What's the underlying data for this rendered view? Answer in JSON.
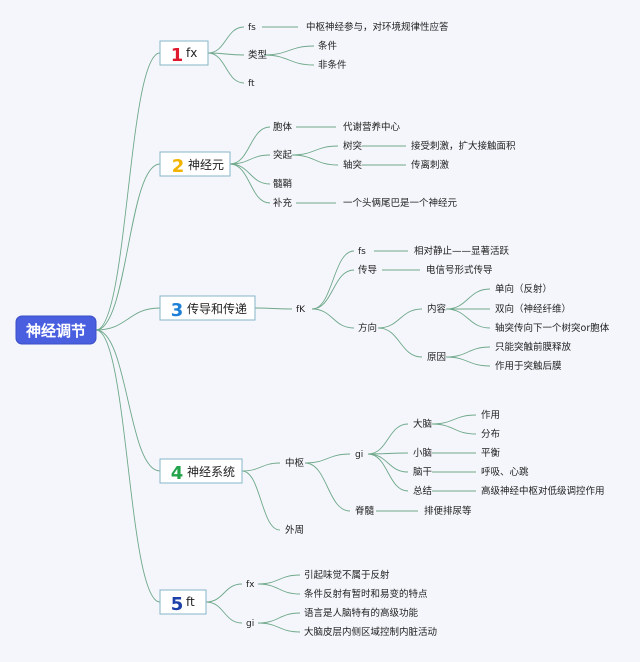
{
  "colors": {
    "root_fill": "#4a5fe0",
    "root_text": "#ffffff",
    "line": "#6fa88a",
    "num1": "#e0182d",
    "num2": "#f2b400",
    "num3": "#1e7fd6",
    "num4": "#23a34a",
    "num5": "#1c3fa8"
  },
  "root": {
    "label": "神经调节"
  },
  "branches": [
    {
      "num": "1",
      "title": "fx",
      "children": [
        {
          "label": "fs",
          "children": [
            {
              "label": "中枢神经参与，对环境规律性应答"
            }
          ]
        },
        {
          "label": "类型",
          "children": [
            {
              "label": "条件"
            },
            {
              "label": "非条件"
            }
          ]
        },
        {
          "label": "ft"
        }
      ]
    },
    {
      "num": "2",
      "title": "神经元",
      "children": [
        {
          "label": "胞体",
          "children": [
            {
              "label": "代谢营养中心"
            }
          ]
        },
        {
          "label": "突起",
          "children": [
            {
              "label": "树突",
              "children": [
                {
                  "label": "接受刺激，扩大接触面积"
                }
              ]
            },
            {
              "label": "轴突",
              "children": [
                {
                  "label": "传离刺激"
                }
              ]
            }
          ]
        },
        {
          "label": "髓鞘"
        },
        {
          "label": "补充",
          "children": [
            {
              "label": "一个头俩尾巴是一个神经元"
            }
          ]
        }
      ]
    },
    {
      "num": "3",
      "title": "传导和传递",
      "children": [
        {
          "label": "fK",
          "children": [
            {
              "label": "fs",
              "children": [
                {
                  "label": "相对静止——显著活跃"
                }
              ]
            },
            {
              "label": "传导",
              "children": [
                {
                  "label": "电信号形式传导"
                }
              ]
            },
            {
              "label": "方向",
              "children": [
                {
                  "label": "内容",
                  "children": [
                    {
                      "label": "单向（反射）"
                    },
                    {
                      "label": "双向（神经纤维）"
                    },
                    {
                      "label": "轴突传向下一个树突or胞体"
                    }
                  ]
                },
                {
                  "label": "原因",
                  "children": [
                    {
                      "label": "只能突触前膜释放"
                    },
                    {
                      "label": "作用于突触后膜"
                    }
                  ]
                }
              ]
            }
          ]
        }
      ]
    },
    {
      "num": "4",
      "title": "神经系统",
      "children": [
        {
          "label": "中枢",
          "children": [
            {
              "label": "gi",
              "children": [
                {
                  "label": "大脑",
                  "children": [
                    {
                      "label": "作用"
                    },
                    {
                      "label": "分布"
                    }
                  ]
                },
                {
                  "label": "小脑",
                  "children": [
                    {
                      "label": "平衡"
                    }
                  ]
                },
                {
                  "label": "脑干",
                  "children": [
                    {
                      "label": "呼吸、心跳"
                    }
                  ]
                },
                {
                  "label": "总结",
                  "children": [
                    {
                      "label": "高级神经中枢对低级调控作用"
                    }
                  ]
                }
              ]
            },
            {
              "label": "脊髓",
              "children": [
                {
                  "label": "排便排尿等"
                }
              ]
            }
          ]
        },
        {
          "label": "外周"
        }
      ]
    },
    {
      "num": "5",
      "title": "ft",
      "children": [
        {
          "label": "fx",
          "children": [
            {
              "label": "引起味觉不属于反射"
            },
            {
              "label": "条件反射有暂时和易变的特点"
            }
          ]
        },
        {
          "label": "gi",
          "children": [
            {
              "label": "语言是人脑特有的高级功能"
            },
            {
              "label": "大脑皮层内侧区域控制内脏活动"
            }
          ]
        }
      ]
    }
  ]
}
